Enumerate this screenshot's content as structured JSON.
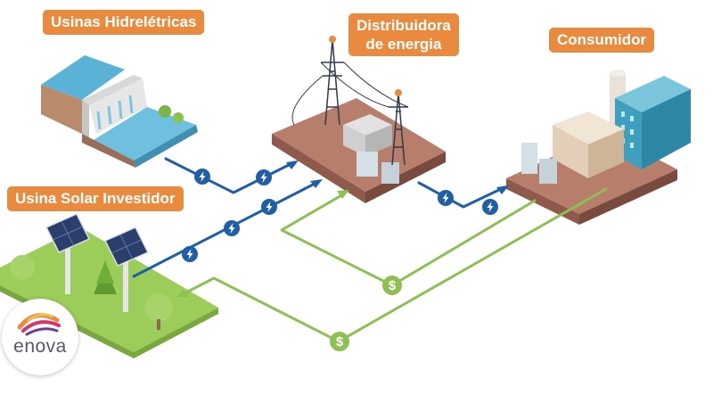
{
  "labels": {
    "hydro": "Usinas Hidrelétricas",
    "distributor_line1": "Distribuidora",
    "distributor_line2": "de energia",
    "consumer": "Consumidor",
    "solar": "Usina Solar Investidor"
  },
  "logo": {
    "text": "enova"
  },
  "money_symbol": "$",
  "colors": {
    "label_bg": "#e98a3e",
    "energy_flow": "#1f5fa8",
    "money_flow": "#8cc152",
    "ground": "#a86c5c",
    "grass": "#9ccc5a"
  },
  "icons": [
    "lightning-icon",
    "dollar-icon",
    "arrow-icon"
  ]
}
